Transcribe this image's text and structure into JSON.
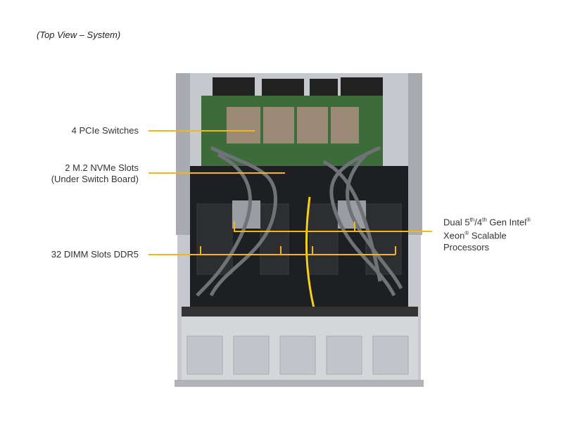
{
  "caption": "(Top View – System)",
  "labels": {
    "pcie": "4 PCIe Switches",
    "nvme_1": "2 M.2 NVMe Slots",
    "nvme_2": "(Under Switch Board)",
    "dimm": "32 DIMM Slots DDR5",
    "cpu_1a": "Dual 5",
    "cpu_1b": "th",
    "cpu_1c": "/4",
    "cpu_1d": "th",
    "cpu_1e": " Gen Intel",
    "cpu_1f": "®",
    "cpu_2a": "Xeon",
    "cpu_2b": "®",
    "cpu_2c": " Scalable",
    "cpu_3": "Processors"
  },
  "colors": {
    "leader": "#f2b616",
    "board": "#3e6b3a",
    "chassis": "#b9bcc0",
    "dark": "#1e1f22"
  }
}
